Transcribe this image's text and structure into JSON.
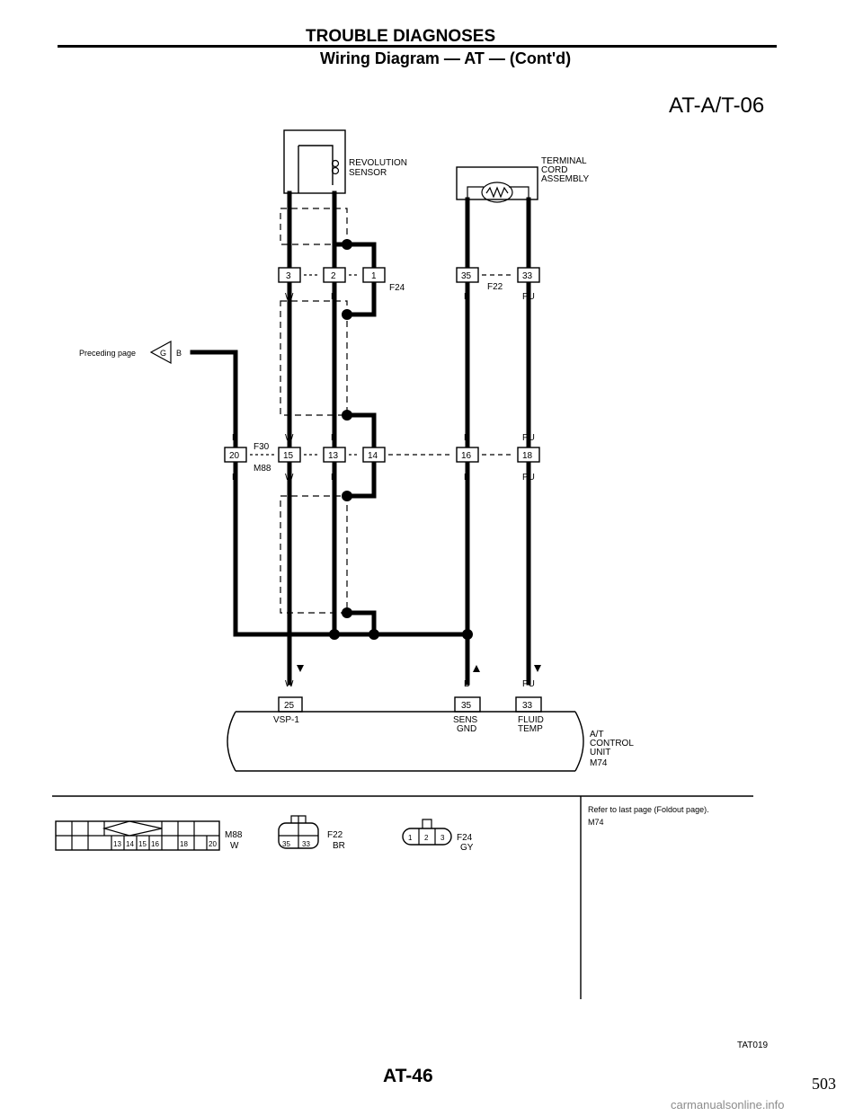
{
  "header": {
    "title": "TROUBLE DIAGNOSES",
    "subtitle": "Wiring Diagram — AT — (Cont'd)",
    "diagram_id": "AT-A/T-06"
  },
  "components": {
    "revolution_sensor": [
      "REVOLUTION",
      "SENSOR"
    ],
    "terminal_cord": [
      "TERMINAL",
      "CORD",
      "ASSEMBLY"
    ],
    "control_unit": [
      "A/T",
      "CONTROL",
      "UNIT"
    ]
  },
  "connectors": {
    "f24": "F24",
    "f22": "F22",
    "f30": "F30",
    "m88": "M88",
    "m74": "M74"
  },
  "terminals": {
    "sensor": [
      "3",
      "2",
      "1"
    ],
    "cord": [
      "35",
      "33"
    ],
    "mid_left": [
      "20",
      "15",
      "13",
      "14"
    ],
    "mid_right": [
      "16",
      "18"
    ],
    "unit": [
      "25",
      "35",
      "33"
    ]
  },
  "wire_colors": {
    "w": "W",
    "b": "B",
    "pu": "PU"
  },
  "preceding": {
    "text": "Preceding page",
    "ref": "G",
    "color": "B"
  },
  "unit_pins": {
    "vsp": "VSP-1",
    "sens_gnd": [
      "SENS",
      "GND"
    ],
    "fluid_temp": [
      "FLUID",
      "TEMP"
    ]
  },
  "legend": {
    "m88_pins": [
      "13",
      "14",
      "15",
      "16",
      "18",
      "20"
    ],
    "m88_color": "W",
    "f22_pins": [
      "35",
      "33"
    ],
    "f22_color": "BR",
    "f24_pins": [
      "1",
      "2",
      "3"
    ],
    "f24_color": "GY",
    "refer_note": "Refer to last page (Foldout page).",
    "refer_conn": "M74"
  },
  "footer": {
    "ref_code": "TAT019",
    "page": "AT-46",
    "scan_page": "503",
    "watermark": "carmanualsonline.info"
  }
}
